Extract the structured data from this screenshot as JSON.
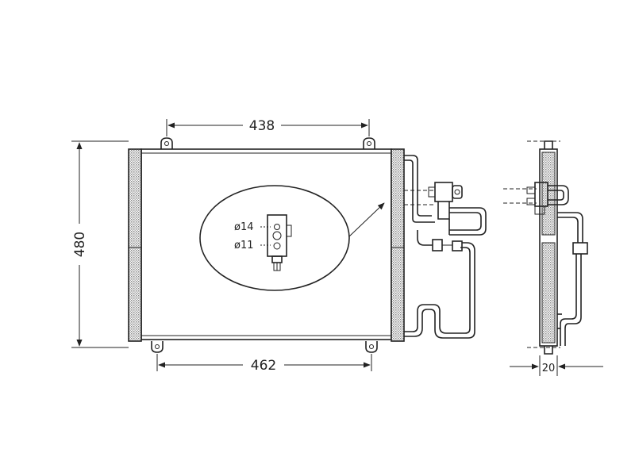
{
  "dimensions": {
    "top_width": "438",
    "height": "480",
    "bottom_width": "462",
    "depth": "20"
  },
  "detail": {
    "fitting_diameter_large": "ø14",
    "fitting_diameter_small": "ø11"
  },
  "colors": {
    "ink": "#222222",
    "hatch": "#9a9a9a",
    "background": "#ffffff"
  }
}
